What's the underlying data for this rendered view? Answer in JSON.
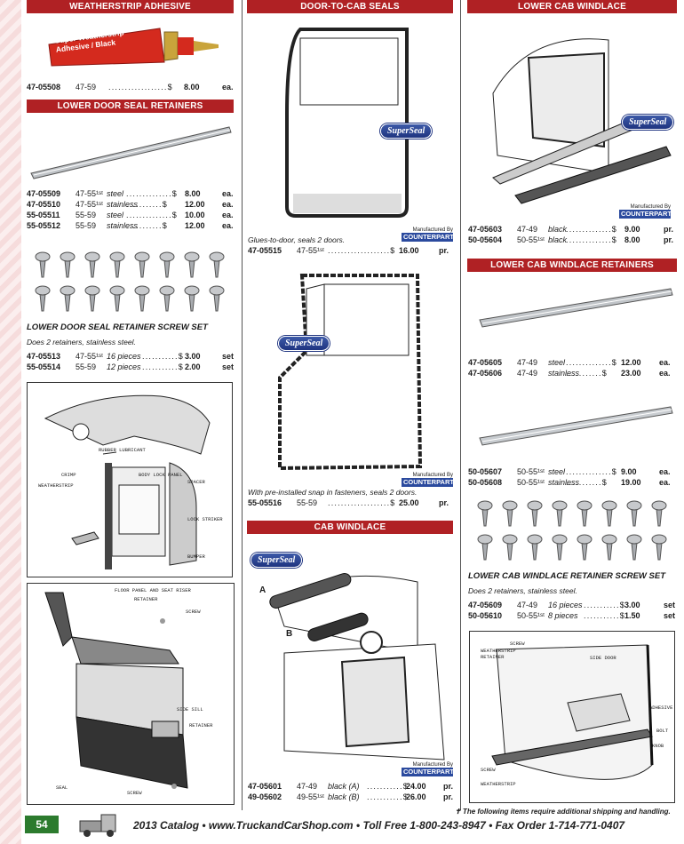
{
  "headers": {
    "adhesive": "WEATHERSTRIP ADHESIVE",
    "lower_door": "LOWER DOOR SEAL RETAINERS",
    "door_to_cab": "DOOR-TO-CAB SEALS",
    "cab_windlace": "CAB WINDLACE",
    "lower_cab": "LOWER CAB WINDLACE",
    "lower_cab_ret": "LOWER CAB WINDLACE RETAINERS"
  },
  "tube_text": {
    "line1": "Super Weatherstrip",
    "line2": "Adhesive / Black"
  },
  "adhesive_items": [
    {
      "part": "47-05508",
      "years": "47-59",
      "desc": "",
      "dots": "..................$",
      "price": "8.00",
      "unit": "ea."
    }
  ],
  "lower_door_items": [
    {
      "part": "47-05509",
      "years": "47-55¹ˢᵗ",
      "desc": "steel",
      "dots": "..............$",
      "price": "8.00",
      "unit": "ea."
    },
    {
      "part": "47-05510",
      "years": "47-55¹ˢᵗ",
      "desc": "stainless",
      "dots": "...........$",
      "price": "12.00",
      "unit": "ea."
    },
    {
      "part": "55-05511",
      "years": "55-59",
      "desc": "steel",
      "dots": "..............$",
      "price": "10.00",
      "unit": "ea."
    },
    {
      "part": "55-05512",
      "years": "55-59",
      "desc": "stainless",
      "dots": "...........$",
      "price": "12.00",
      "unit": "ea."
    }
  ],
  "screw_set1": {
    "title": "LOWER DOOR SEAL RETAINER SCREW SET",
    "caption": "Does 2 retainers, stainless steel.",
    "items": [
      {
        "part": "47-05513",
        "years": "47-55¹ˢᵗ",
        "desc": "16 pieces",
        "dots": "...........$",
        "price": "3.00",
        "unit": "set"
      },
      {
        "part": "55-05514",
        "years": "55-59",
        "desc": "12 pieces",
        "dots": "...........$",
        "price": "2.00",
        "unit": "set"
      }
    ]
  },
  "diagram1_labels": [
    "RUBBER LUBRICANT",
    "CRIMP",
    "BODY LOCK PANEL",
    "WEATHERSTRIP",
    "SPACER",
    "LOCK STRIKER",
    "BUMPER"
  ],
  "diagram2_labels": [
    "FLOOR PANEL AND SEAT RISER",
    "RETAINER",
    "SCREW",
    "SIDE SILL",
    "RETAINER",
    "SEAL",
    "SCREW"
  ],
  "door_seal1": {
    "caption": "Glues-to-door, seals 2 doors.",
    "items": [
      {
        "part": "47-05515",
        "years": "47-55¹ˢᵗ",
        "desc": "",
        "dots": "...................$",
        "price": "16.00",
        "unit": "pr."
      }
    ]
  },
  "door_seal2": {
    "caption": "With pre-installed snap in fasteners, seals 2 doors.",
    "items": [
      {
        "part": "55-05516",
        "years": "55-59",
        "desc": "",
        "dots": "...................$",
        "price": "25.00",
        "unit": "pr."
      }
    ]
  },
  "cab_windlace_items": [
    {
      "part": "47-05601",
      "years": "47-49",
      "desc": "black (A)",
      "dots": "...........$",
      "price": "24.00",
      "unit": "pr."
    },
    {
      "part": "49-05602",
      "years": "49-55¹ˢᵗ",
      "desc": "black (B)",
      "dots": "...........$",
      "price": "26.00",
      "unit": "pr."
    }
  ],
  "windlace_letters": [
    "A",
    "B"
  ],
  "lower_cab_items": [
    {
      "part": "47-05603",
      "years": "47-49",
      "desc": "black",
      "dots": "..............$",
      "price": "9.00",
      "unit": "pr."
    },
    {
      "part": "50-05604",
      "years": "50-55¹ˢᵗ",
      "desc": "black",
      "dots": "..............$",
      "price": "8.00",
      "unit": "pr."
    }
  ],
  "lower_cab_ret_items1": [
    {
      "part": "47-05605",
      "years": "47-49",
      "desc": "steel",
      "dots": "..............$",
      "price": "12.00",
      "unit": "ea."
    },
    {
      "part": "47-05606",
      "years": "47-49",
      "desc": "stainless",
      "dots": "...........$",
      "price": "23.00",
      "unit": "ea."
    }
  ],
  "lower_cab_ret_items2": [
    {
      "part": "50-05607",
      "years": "50-55¹ˢᵗ",
      "desc": "steel",
      "dots": "..............$",
      "price": "9.00",
      "unit": "ea."
    },
    {
      "part": "50-05608",
      "years": "50-55¹ˢᵗ",
      "desc": "stainless",
      "dots": "...........$",
      "price": "19.00",
      "unit": "ea."
    }
  ],
  "screw_set2": {
    "title": "LOWER CAB WINDLACE RETAINER SCREW SET",
    "caption": "Does 2 retainers, stainless steel.",
    "items": [
      {
        "part": "47-05609",
        "years": "47-49",
        "desc": "16 pieces",
        "dots": "...........$",
        "price": "3.00",
        "unit": "set"
      },
      {
        "part": "50-05610",
        "years": "50-55¹ˢᵗ",
        "desc": "8 pieces",
        "dots": "...........$",
        "price": "1.50",
        "unit": "set"
      }
    ]
  },
  "diagram3_labels": [
    "SCREW",
    "WEATHERSTRIP RETAINER",
    "SIDE DOOR",
    "ADHESIVE",
    "BOLT",
    "KNOB",
    "SCREW",
    "WEATHERSTRIP"
  ],
  "badges": {
    "superseal": "SuperSeal",
    "cp_small": "Manufactured By",
    "cp_big": "COUNTERPART"
  },
  "footer": {
    "page": "54",
    "text": "2013 Catalog • www.TruckandCarShop.com • Toll Free 1-800-243-8947 • Fax Order 1-714-771-0407",
    "ship_note": "✝ The following items require additional shipping and handling."
  },
  "colors": {
    "header_red": "#b02124",
    "page_green": "#2c7b2e",
    "badge_blue": "#1f3480"
  }
}
